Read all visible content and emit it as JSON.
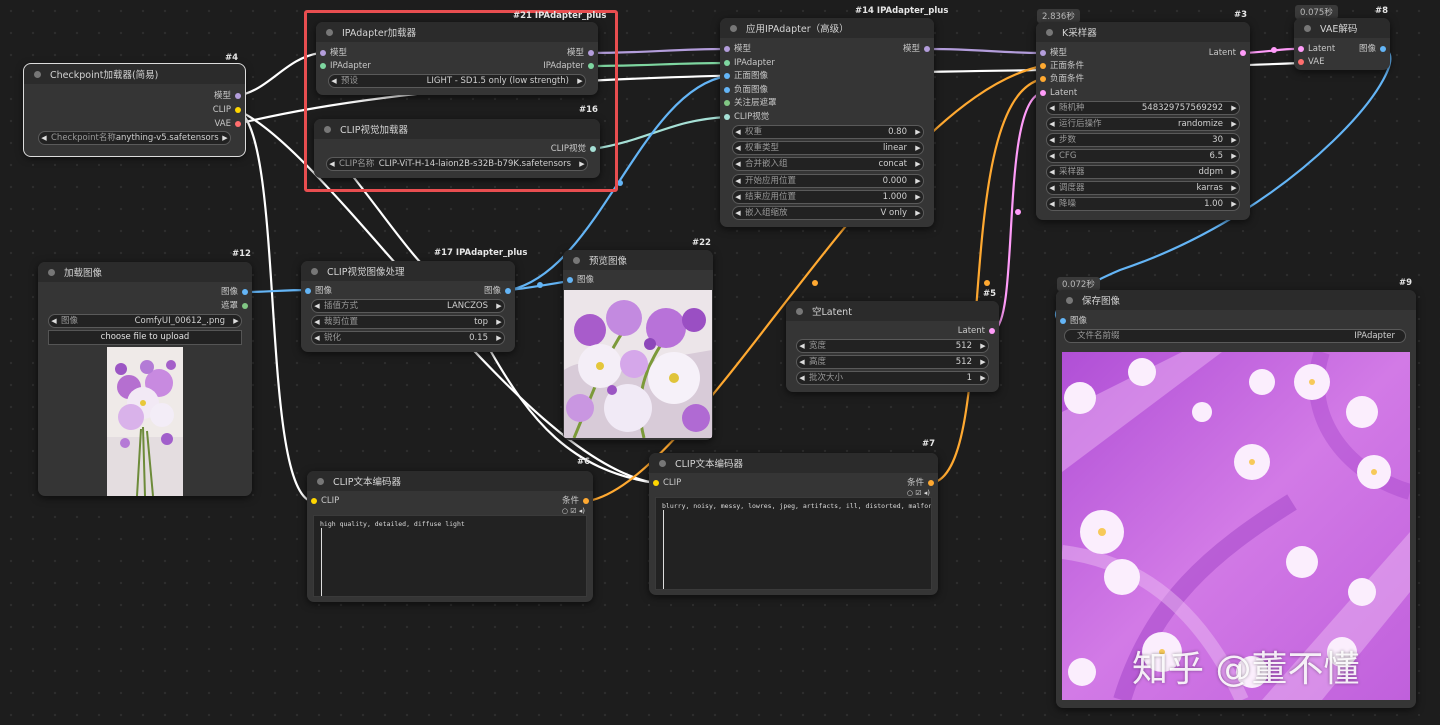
{
  "colors": {
    "model": "#b39ddb",
    "clip": "#ffd600",
    "vae": "#ff6e6e",
    "image": "#64b5f6",
    "mask": "#81c784",
    "latent": "#ff9cf9",
    "conditioning": "#ffa931",
    "ipadapter": "#7ed6a0",
    "clip_vision": "#a6e0d6",
    "highlight": "#e84e50"
  },
  "nodes": {
    "checkpoint": {
      "badge": "#4",
      "title": "Checkpoint加载器(简易)",
      "out_model": "模型",
      "out_clip": "CLIP",
      "out_vae": "VAE",
      "w_ckpt_label": "Checkpoint名称",
      "w_ckpt_value": "anything-v5.safetensors"
    },
    "ipa_loader": {
      "badge": "#21 IPAdapter_plus",
      "title": "IPAdapter加载器",
      "in_model": "模型",
      "in_ipadapter": "IPAdapter",
      "out_model": "模型",
      "out_ipadapter": "IPAdapter",
      "w_preset_label": "预设",
      "w_preset_value": "LIGHT - SD1.5 only (low strength)"
    },
    "clip_vision_loader": {
      "badge": "#16",
      "title": "CLIP视觉加载器",
      "out_clip_vision": "CLIP视觉",
      "w_clip_label": "CLIP名称",
      "w_clip_value": "CLIP-ViT-H-14-laion2B-s32B-b79K.safetensors"
    },
    "apply_ipa": {
      "badge": "#14 IPAdapter_plus",
      "title": "应用IPAdapter（高级）",
      "in_model": "模型",
      "in_ipadapter": "IPAdapter",
      "in_pos_image": "正面图像",
      "in_neg_image": "负面图像",
      "in_attn_mask": "关注层遮罩",
      "in_clip_vision": "CLIP视觉",
      "out_model": "模型",
      "widgets": [
        {
          "label": "权重",
          "value": "0.80"
        },
        {
          "label": "权重类型",
          "value": "linear"
        },
        {
          "label": "合并嵌入组",
          "value": "concat"
        },
        {
          "label": "开始应用位置",
          "value": "0.000"
        },
        {
          "label": "结束应用位置",
          "value": "1.000"
        },
        {
          "label": "嵌入组缩放",
          "value": "V only"
        }
      ]
    },
    "ksampler": {
      "badge": "#3",
      "timer": "2.836秒",
      "title": "K采样器",
      "in_model": "模型",
      "in_pos": "正面条件",
      "in_neg": "负面条件",
      "in_latent": "Latent",
      "out_latent": "Latent",
      "widgets": [
        {
          "label": "随机种",
          "value": "548329757569292"
        },
        {
          "label": "运行后操作",
          "value": "randomize"
        },
        {
          "label": "步数",
          "value": "30"
        },
        {
          "label": "CFG",
          "value": "6.5"
        },
        {
          "label": "采样器",
          "value": "ddpm"
        },
        {
          "label": "调度器",
          "value": "karras"
        },
        {
          "label": "降噪",
          "value": "1.00"
        }
      ]
    },
    "vae_decode": {
      "badge": "#8",
      "timer": "0.075秒",
      "title": "VAE解码",
      "in_latent": "Latent",
      "in_vae": "VAE",
      "out_image": "图像"
    },
    "load_image": {
      "badge": "#12",
      "title": "加载图像",
      "out_image": "图像",
      "out_mask": "遮罩",
      "w_image_label": "图像",
      "w_image_value": "ComfyUI_00612_.png",
      "upload_label": "choose file to upload"
    },
    "clip_vision_prep": {
      "badge": "#17 IPAdapter_plus",
      "title": "CLIP视觉图像处理",
      "in_image": "图像",
      "out_image": "图像",
      "widgets": [
        {
          "label": "插值方式",
          "value": "LANCZOS"
        },
        {
          "label": "裁剪位置",
          "value": "top"
        },
        {
          "label": "锐化",
          "value": "0.15"
        }
      ]
    },
    "preview": {
      "badge": "#22",
      "title": "预览图像",
      "in_image": "图像"
    },
    "empty_latent": {
      "badge": "#5",
      "title": "空Latent",
      "out_latent": "Latent",
      "widgets": [
        {
          "label": "宽度",
          "value": "512"
        },
        {
          "label": "高度",
          "value": "512"
        },
        {
          "label": "批次大小",
          "value": "1"
        }
      ]
    },
    "save_image": {
      "badge": "#9",
      "timer": "0.072秒",
      "title": "保存图像",
      "in_image": "图像",
      "w_prefix_label": "文件名前缀",
      "w_prefix_value": "IPAdapter"
    },
    "clip_text_pos": {
      "badge": "#6",
      "title": "CLIP文本编码器",
      "in_clip": "CLIP",
      "out_cond": "条件",
      "text": "high quality, detailed, diffuse light"
    },
    "clip_text_neg": {
      "badge": "#7",
      "title": "CLIP文本编码器",
      "in_clip": "CLIP",
      "out_cond": "条件",
      "text": "blurry, noisy, messy, lowres, jpeg, artifacts, ill, distorted, malformed"
    }
  },
  "watermark": "知乎 @董不懂"
}
